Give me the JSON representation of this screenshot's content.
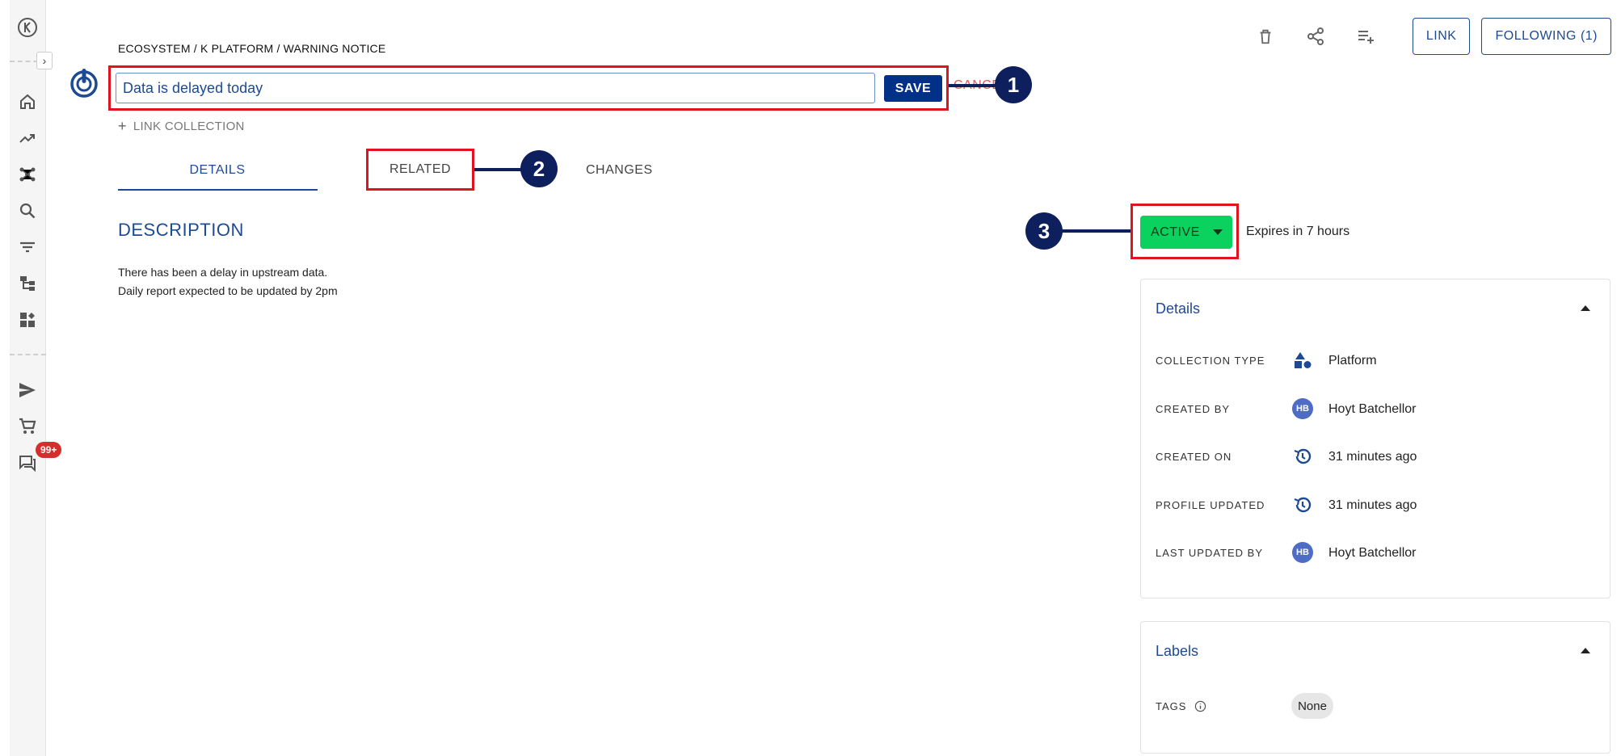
{
  "breadcrumb": "ECOSYSTEM / K PLATFORM / WARNING NOTICE",
  "title_input": {
    "value": "Data is delayed today"
  },
  "save_label": "SAVE",
  "cancel_label": "CANCEL",
  "link_collection_label": "LINK COLLECTION",
  "top_actions": {
    "link_label": "LINK",
    "following_label": "FOLLOWING (1)"
  },
  "tabs": [
    {
      "label": "DETAILS",
      "active": true
    },
    {
      "label": "RELATED",
      "active": false
    },
    {
      "label": "CHANGES",
      "active": false
    }
  ],
  "description": {
    "heading": "DESCRIPTION",
    "lines": [
      "There has been a delay in upstream data.",
      "Daily report expected to be updated by 2pm"
    ]
  },
  "status": {
    "label": "ACTIVE",
    "expires": "Expires in 7 hours",
    "color": "#0bd15e"
  },
  "details_panel": {
    "title": "Details",
    "rows": [
      {
        "label": "COLLECTION TYPE",
        "icon": "shapes-icon",
        "value": "Platform"
      },
      {
        "label": "CREATED BY",
        "avatar": "HB",
        "value": "Hoyt Batchellor"
      },
      {
        "label": "CREATED ON",
        "icon": "history-icon",
        "value": "31 minutes ago"
      },
      {
        "label": "PROFILE UPDATED",
        "icon": "history-icon",
        "value": "31 minutes ago"
      },
      {
        "label": "LAST UPDATED BY",
        "avatar": "HB",
        "value": "Hoyt Batchellor"
      }
    ]
  },
  "labels_panel": {
    "title": "Labels",
    "tags_label": "TAGS",
    "tags_value": "None"
  },
  "callouts": [
    "1",
    "2",
    "3"
  ],
  "rail": {
    "notification_badge": "99+"
  },
  "colors": {
    "accent": "#1d4a93",
    "primary_button": "#003087",
    "annotation_red": "#e0141e",
    "callout": "#0d1f5c"
  }
}
